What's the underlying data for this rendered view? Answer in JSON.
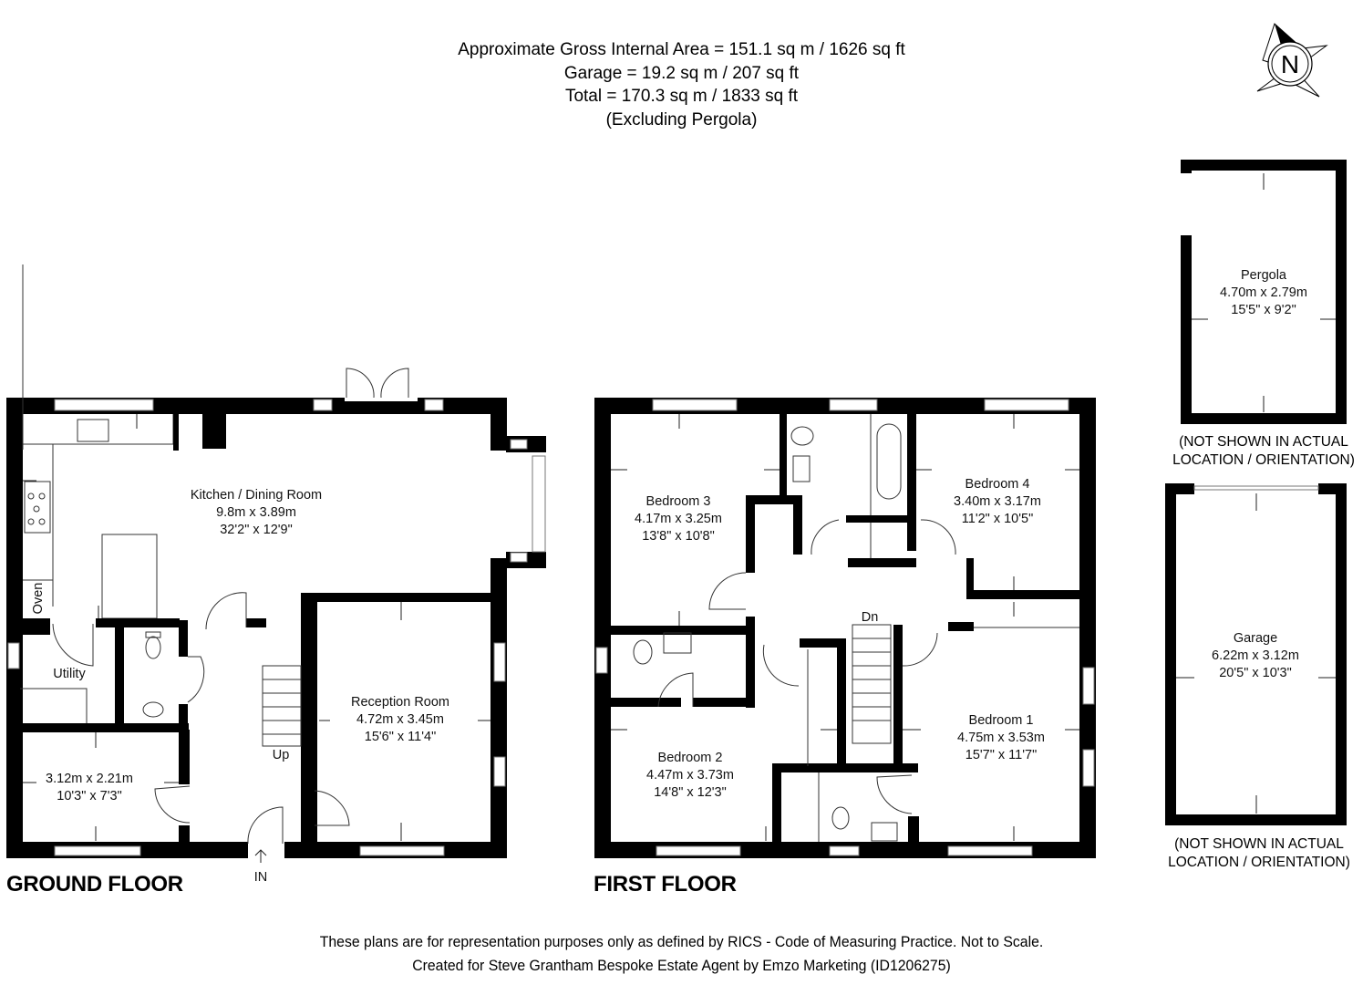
{
  "header": {
    "line1": "Approximate Gross Internal Area = 151.1 sq m / 1626 sq ft",
    "line2": "Garage = 19.2 sq m / 207 sq ft",
    "line3": "Total = 170.3 sq m / 1833 sq ft",
    "line4": "(Excluding Pergola)"
  },
  "compass": {
    "icon": "north-compass-icon",
    "letter": "N"
  },
  "ground_floor": {
    "title": "GROUND FLOOR",
    "entrance": "IN",
    "stairs": "Up",
    "rooms": {
      "kitchen": {
        "name": "Kitchen / Dining Room",
        "metric": "9.8m x 3.89m",
        "imperial": "32'2\" x 12'9\""
      },
      "reception": {
        "name": "Reception Room",
        "metric": "4.72m x 3.45m",
        "imperial": "15'6\" x 11'4\""
      },
      "study": {
        "name": "",
        "metric": "3.12m x 2.21m",
        "imperial": "10'3\" x 7'3\""
      },
      "utility": {
        "name": "Utility"
      },
      "oven": {
        "name": "Oven"
      }
    }
  },
  "first_floor": {
    "title": "FIRST FLOOR",
    "stairs": "Dn",
    "rooms": {
      "bedroom1": {
        "name": "Bedroom 1",
        "metric": "4.75m x 3.53m",
        "imperial": "15'7\" x 11'7\""
      },
      "bedroom2": {
        "name": "Bedroom 2",
        "metric": "4.47m x 3.73m",
        "imperial": "14'8\" x 12'3\""
      },
      "bedroom3": {
        "name": "Bedroom 3",
        "metric": "4.17m x 3.25m",
        "imperial": "13'8\" x 10'8\""
      },
      "bedroom4": {
        "name": "Bedroom 4",
        "metric": "3.40m x 3.17m",
        "imperial": "11'2\" x 10'5\""
      }
    }
  },
  "outbuildings": {
    "pergola": {
      "name": "Pergola",
      "metric": "4.70m x 2.79m",
      "imperial": "15'5\" x 9'2\"",
      "note1": "(NOT SHOWN IN ACTUAL",
      "note2": "LOCATION / ORIENTATION)"
    },
    "garage": {
      "name": "Garage",
      "metric": "6.22m x 3.12m",
      "imperial": "20'5\" x 10'3\"",
      "note1": "(NOT SHOWN IN ACTUAL",
      "note2": "LOCATION / ORIENTATION)"
    }
  },
  "footer": {
    "line1": "These plans are for representation purposes only as defined by RICS - Code of Measuring Practice. Not to Scale.",
    "line2": "Created for Steve Grantham Bespoke Estate Agent by Emzo Marketing (ID1206275)"
  },
  "colors": {
    "wall": "#000000",
    "background": "#ffffff",
    "text": "#000000"
  }
}
